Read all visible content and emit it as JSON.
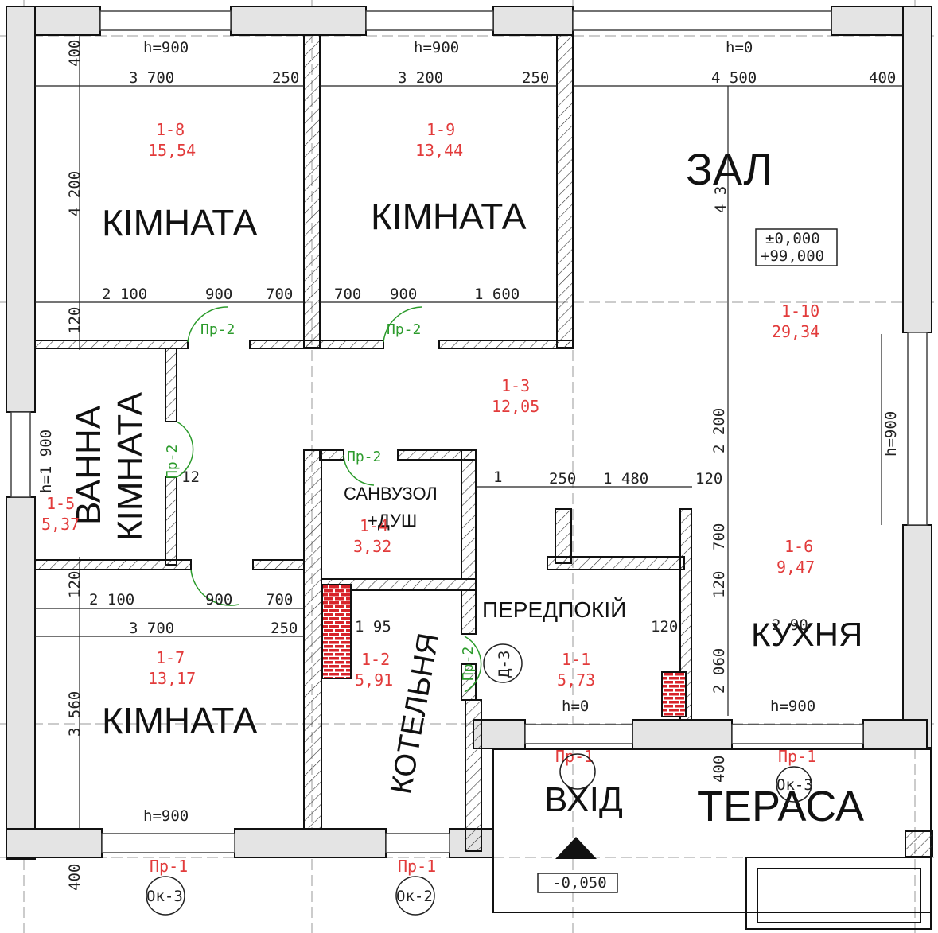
{
  "rooms": {
    "room_top_left": {
      "label": "КІМНАТА",
      "code": "1-8",
      "area": "15,54"
    },
    "room_top_mid": {
      "label": "КІМНАТА",
      "code": "1-9",
      "area": "13,44"
    },
    "hall": {
      "label": "ЗАЛ",
      "code": "1-10",
      "area": "29,34"
    },
    "bath": {
      "label_line1": "ВАННА",
      "label_line2": "КІМНАТА",
      "code": "1-5",
      "area": "5,37"
    },
    "corridor": {
      "code": "1-3",
      "area": "12,05"
    },
    "wc": {
      "label_line1": "САНВУЗОЛ",
      "label_line2": "+ДУШ",
      "code": "1-4",
      "area": "3,32"
    },
    "room_bottom_left": {
      "label": "КІМНАТА",
      "code": "1-7",
      "area": "13,17"
    },
    "boiler": {
      "label": "КОТЕЛЬНЯ",
      "code": "1-2",
      "area": "5,91"
    },
    "vestibule": {
      "label": "ПЕРЕДПОКІЙ",
      "code": "1-1",
      "area": "5,73"
    },
    "kitchen": {
      "label": "КУХНЯ",
      "code": "1-6",
      "area": "9,47"
    },
    "entrance": {
      "label": "ВХІД"
    },
    "terrace": {
      "label": "ТЕРАСА"
    }
  },
  "dimensions": {
    "h900_a": "h=900",
    "h900_b": "h=900",
    "h0_a": "h=0",
    "top_3700": "3 700",
    "top_250_a": "250",
    "top_3200": "3 200",
    "top_250_b": "250",
    "top_4500": "4 500",
    "top_400": "400",
    "left_400": "400",
    "left_4200": "4 200",
    "left_120": "120",
    "left_h1900": "h=1 900",
    "mid_2100": "2 100",
    "mid_900_a": "900",
    "mid_700_a": "700",
    "mid_700_b": "700",
    "mid_900_b": "900",
    "mid_1600": "1 600",
    "hall_4300": "4 3",
    "level_a": "±0,000",
    "level_b": "+99,000",
    "right_h900": "h=900",
    "k_2200": "2 200",
    "k_700": "700",
    "k_120": "120",
    "k_2060": "2 060",
    "k_h900": "h=900",
    "c_250": "250",
    "c_1480": "1 480",
    "c_120": "120",
    "b_2100": "2 100",
    "b_900": "900",
    "b_700": "700",
    "b_120": "120",
    "b_3700": "3 700",
    "b_250": "250",
    "b_1950": "1 95",
    "b_3560": "3 560",
    "b_h900": "h=900",
    "b_400": "400",
    "v_120": "120",
    "v_h0": "h=0",
    "v_2900": "2 90",
    "c_12": "12",
    "c_1": "1",
    "t_400": "400",
    "entry_level": "-0,050"
  },
  "marks": {
    "door_pr2": "Пр-2",
    "door_pr1": "Пр-1",
    "door_d3": "Д-3",
    "win_ok3": "Ок-3",
    "win_ok2": "Ок-2"
  }
}
